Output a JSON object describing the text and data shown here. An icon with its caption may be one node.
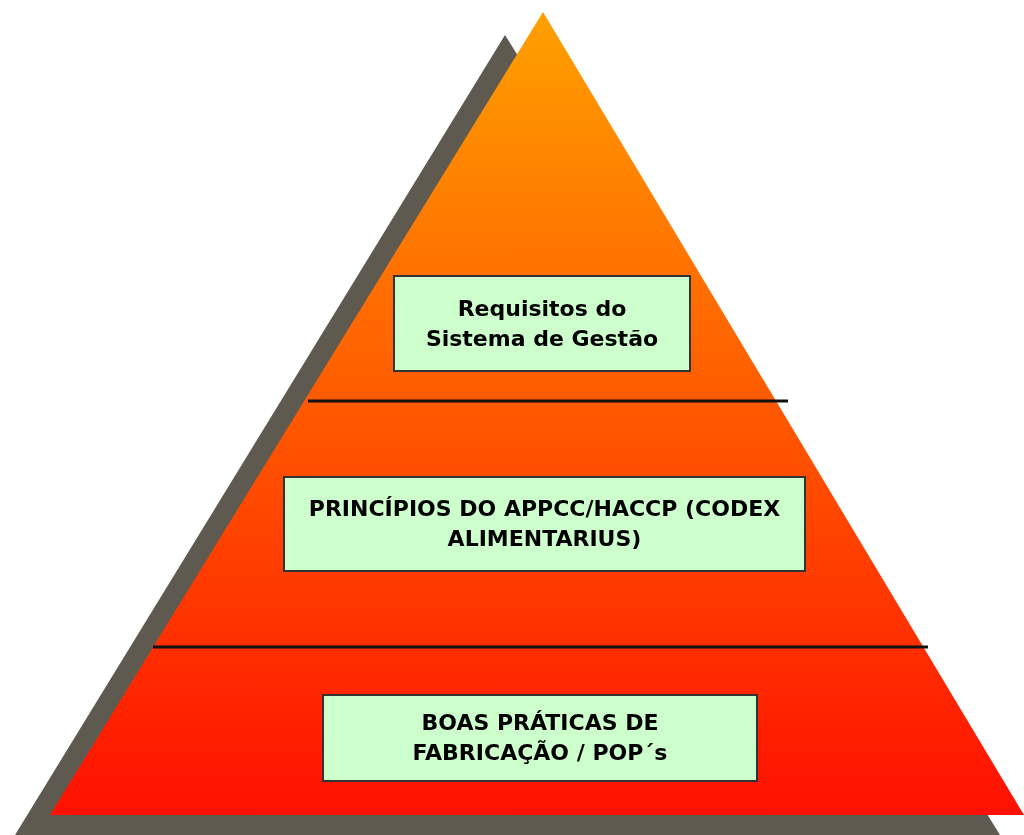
{
  "diagram": {
    "nodes": [
      {
        "text": [],
        "shape": "triangle"
      },
      {
        "text": [
          "Requisitos do Sistema de Gestão"
        ],
        "in": 0
      },
      {
        "text": [
          "PRINCÍPIOS DO APPCC/HACCP (CODEX ALIMENTARIUS)"
        ],
        "in": 0
      },
      {
        "text": [
          "BOAS PRÁTICAS DE FABRICAÇÃO / POP´s"
        ],
        "in": 0
      }
    ],
    "edges": []
  }
}
